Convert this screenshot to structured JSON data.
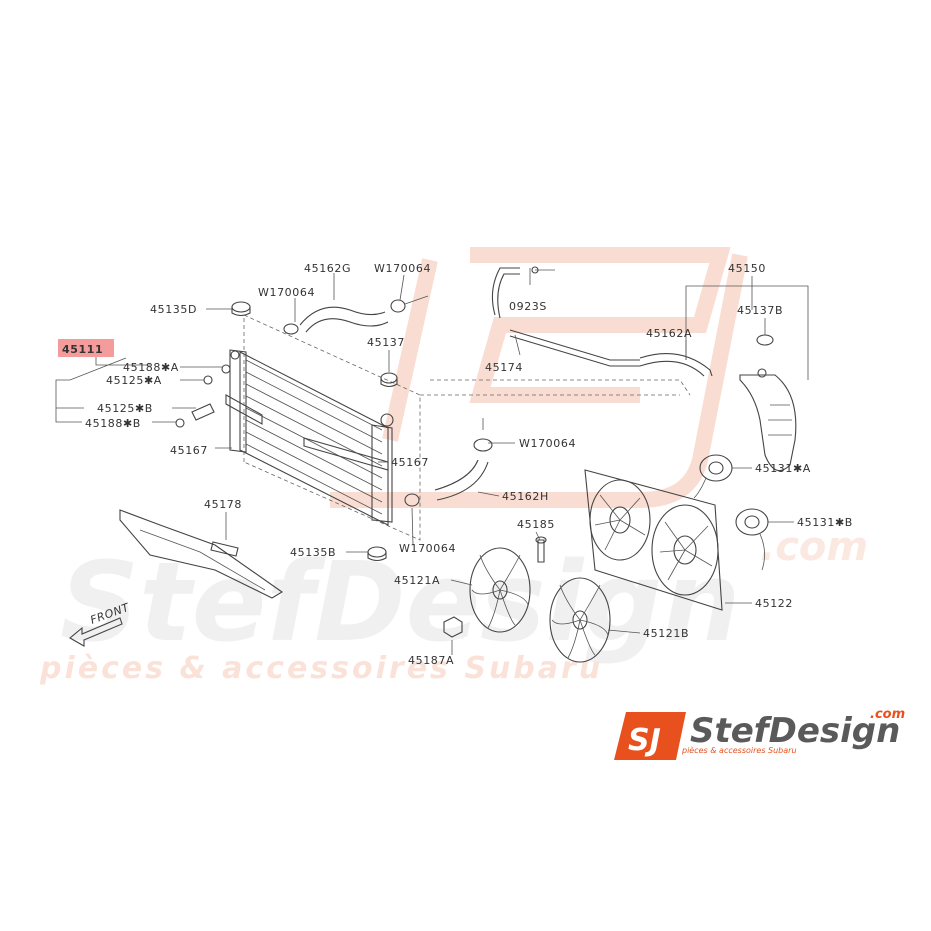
{
  "watermark": {
    "brand": "StefDesign",
    "com": ".com",
    "tagline": "pièces & accessoires Subaru",
    "color": "#f4c6b4"
  },
  "logo": {
    "badge": "SJ",
    "brand": "StefDesign",
    "com": ".com",
    "tagline": "pièces & accessoires Subaru",
    "accent": "#e8511e"
  },
  "front_label": "FRONT",
  "highlight": {
    "label": "45111",
    "color": "#f28a8a"
  },
  "labels": {
    "l45162G": "45162G",
    "lW170064a": "W170064",
    "lW170064b": "W170064",
    "l45135D": "45135D",
    "l0923S": "0923S",
    "l45150": "45150",
    "l45137B": "45137B",
    "l45162A": "45162A",
    "l45137": "45137",
    "l45188A": "45188✱A",
    "l45125A": "45125✱A",
    "l45174": "45174",
    "l45125B": "45125✱B",
    "l45188B": "45188✱B",
    "lW170064c": "W170064",
    "l45167a": "45167",
    "l45167b": "45167",
    "l45131A": "45131✱A",
    "l45162H": "45162H",
    "l45178": "45178",
    "l45185": "45185",
    "l45131B": "45131✱B",
    "l45135B": "45135B",
    "lW170064d": "W170064",
    "l45121A": "45121A",
    "l45122": "45122",
    "l45121B": "45121B",
    "l45187A": "45187A"
  }
}
